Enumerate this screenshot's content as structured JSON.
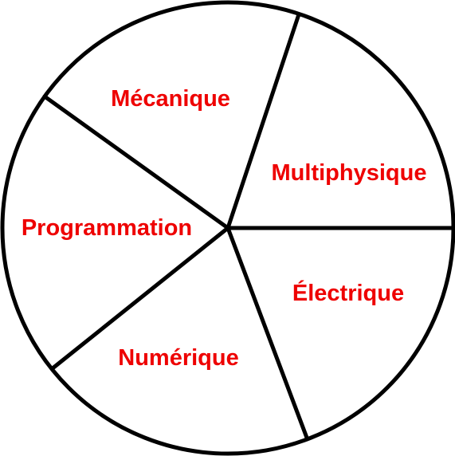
{
  "diagram": {
    "type": "divided-circle",
    "outline_color": "#000000",
    "label_color": "#ee0000",
    "background_color": "#ffffff",
    "sectors": [
      {
        "label": "Mécanique"
      },
      {
        "label": "Multiphysique"
      },
      {
        "label": "Électrique"
      },
      {
        "label": "Numérique"
      },
      {
        "label": "Programmation"
      }
    ]
  }
}
